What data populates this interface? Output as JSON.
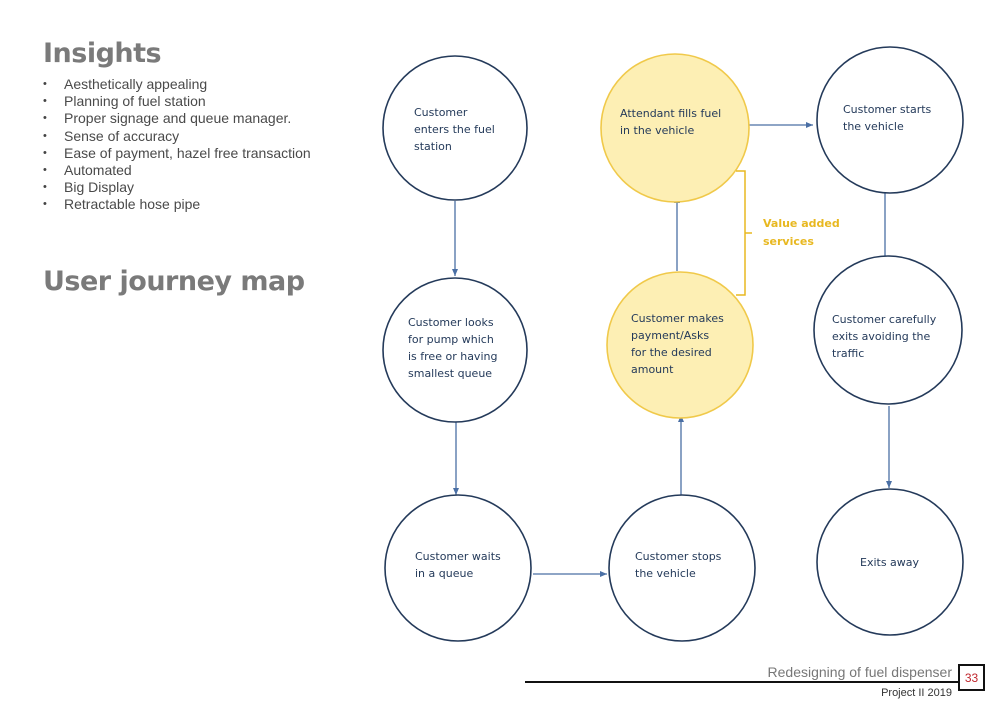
{
  "insights": {
    "title": "Insights",
    "items": [
      "Aesthetically appealing",
      "Planning of fuel station",
      "Proper signage and queue manager.",
      "Sense of accuracy",
      "Ease of payment, hazel free transaction",
      "Automated",
      "Big Display",
      "Retractable hose pipe"
    ]
  },
  "journey": {
    "title": "User journey map",
    "colors": {
      "stroke": "#243a5a",
      "highlight_stroke": "#f0c94a",
      "highlight_fill": "#fdefb4",
      "arrow": "#4a6fa5",
      "annotation": "#e8b820"
    },
    "nodes": [
      {
        "id": "enter",
        "lines": [
          "Customer",
          "enters the fuel",
          "station"
        ],
        "highlight": false
      },
      {
        "id": "look",
        "lines": [
          "Customer looks",
          "for pump which",
          "is free or having",
          "smallest queue"
        ],
        "highlight": false
      },
      {
        "id": "wait",
        "lines": [
          "Customer waits",
          "in a queue"
        ],
        "highlight": false
      },
      {
        "id": "stop",
        "lines": [
          "Customer stops",
          "the vehicle"
        ],
        "highlight": false
      },
      {
        "id": "pay",
        "lines": [
          "Customer makes",
          "payment/Asks",
          "for the desired",
          "amount"
        ],
        "highlight": true
      },
      {
        "id": "fill",
        "lines": [
          "Attendant fills fuel",
          "in the vehicle"
        ],
        "highlight": true
      },
      {
        "id": "start",
        "lines": [
          "Customer starts",
          "the vehicle"
        ],
        "highlight": false
      },
      {
        "id": "exit",
        "lines": [
          "Customer carefully",
          "exits avoiding the",
          "traffic"
        ],
        "highlight": false
      },
      {
        "id": "away",
        "lines": [
          "Exits away"
        ],
        "highlight": false
      }
    ],
    "annotation": [
      "Value added",
      "services"
    ]
  },
  "footer": {
    "title": "Redesigning of fuel dispenser",
    "subtitle": "Project II  2019",
    "page": "33"
  }
}
